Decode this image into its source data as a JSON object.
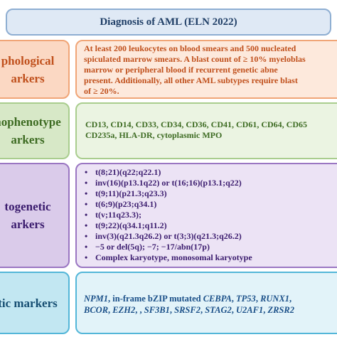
{
  "title": "Diagnosis of AML (ELN 2022)",
  "rows": {
    "morphological": {
      "label_lines": [
        "phological",
        "arkers"
      ],
      "content_lines": [
        "At least 200 leukocytes on blood smears and 500 nucleated",
        "spiculated marrow smears. A blast count of ≥ 10% myeloblas",
        "marrow or peripheral blood if recurrent genetic abne",
        "present. Additionally, all other AML subtypes require blast",
        "of ≥ 20%."
      ]
    },
    "immunophenotype": {
      "label_lines": [
        "nophenotype",
        "arkers"
      ],
      "content_lines": [
        "CD13, CD14, CD33, CD34, CD36, CD41, CD61, CD64, CD65",
        "CD235a, HLA-DR, cytoplasmic MPO"
      ]
    },
    "cytogenetic": {
      "label_lines": [
        "togenetic",
        "arkers"
      ],
      "items": [
        "t(8;21)(q22;q22.1)",
        "inv(16)(p13.1q22) or t(16;16)(p13.1;q22)",
        "t(9;11)(p21.3;q23.3)",
        "t(6;9)(p23;q34.1)",
        "t(v;11q23.3);",
        "t(9;22)(q34.1;q11.2)",
        "inv(3)(q21.3q26.2) or t(3;3)(q21.3;q26.2)",
        "−5 or del(5q); −7; −17/abn(17p)",
        "Complex karyotype, monosomal karyotype"
      ]
    },
    "molecular": {
      "label_lines": [
        "tic markers"
      ],
      "line1": [
        {
          "text": "NPM1",
          "gene": true
        },
        {
          "text": ",  in-frame bZIP mutated ",
          "gene": false
        },
        {
          "text": "CEBPA",
          "gene": true
        },
        {
          "text": ",  ",
          "gene": false
        },
        {
          "text": "TP53",
          "gene": true
        },
        {
          "text": ",  ",
          "gene": false
        },
        {
          "text": "RUNX1",
          "gene": true
        },
        {
          "text": ",",
          "gene": false
        }
      ],
      "line2": [
        {
          "text": "BCOR",
          "gene": true
        },
        {
          "text": ", ",
          "gene": false
        },
        {
          "text": "EZH2",
          "gene": true
        },
        {
          "text": ", , ",
          "gene": false
        },
        {
          "text": "SF3B1",
          "gene": true
        },
        {
          "text": ", ",
          "gene": false
        },
        {
          "text": "SRSF2",
          "gene": true
        },
        {
          "text": ", ",
          "gene": false
        },
        {
          "text": "STAG2",
          "gene": true
        },
        {
          "text": ", ",
          "gene": false
        },
        {
          "text": "U2AF1",
          "gene": true
        },
        {
          "text": ", ",
          "gene": false
        },
        {
          "text": "ZRSR2",
          "gene": true
        }
      ]
    }
  }
}
